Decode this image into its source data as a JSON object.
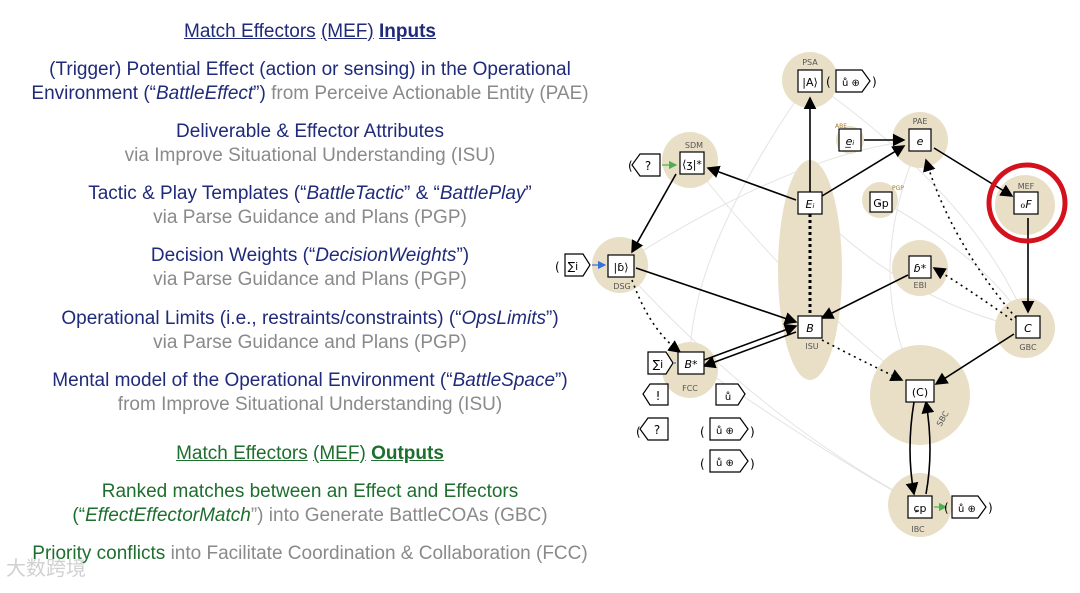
{
  "inputs_header": {
    "part1": "Match Effectors",
    "part2": "(MEF)",
    "part3": "Inputs"
  },
  "inputs": [
    {
      "line1_a": "(Trigger) Potential Effect (action or sensing) in the Operational",
      "line2_a": "Environment (“",
      "line2_italic": "BattleEffect",
      "line2_b": "”)",
      "line2_gray": " from Perceive Actionable Entity (PAE)"
    },
    {
      "line1": "Deliverable & Effector Attributes",
      "line2": "via Improve Situational Understanding (ISU)"
    },
    {
      "line1_a": "Tactic & Play Templates (“",
      "line1_i1": "BattleTactic",
      "line1_b": "” & “",
      "line1_i2": "BattlePlay",
      "line1_c": "”",
      "line2": "via Parse Guidance and Plans (PGP)"
    },
    {
      "line1_a": "Decision Weights (“",
      "line1_i": "DecisionWeights",
      "line1_b": "”)",
      "line2": "via Parse Guidance and Plans (PGP)"
    },
    {
      "line1_a": "Operational Limits (i.e., restraints/constraints) (“",
      "line1_i": "OpsLimits",
      "line1_b": "”)",
      "line2": "via Parse Guidance and Plans (PGP)"
    },
    {
      "line1_a": "Mental model of the Operational Environment (“",
      "line1_i": "BattleSpace",
      "line1_b": "”)",
      "line2": "from Improve Situational Understanding (ISU)"
    }
  ],
  "outputs_header": {
    "part1": "Match Effectors",
    "part2": "(MEF)",
    "part3": "Outputs"
  },
  "outputs": [
    {
      "line1": "Ranked matches between an Effect and Effectors",
      "line2_a": "(“",
      "line2_i": "EffectEffectorMatch",
      "line2_b": "”) into Generate BattleCOAs (GBC)"
    },
    {
      "line1_a": "Priority conflicts",
      "line1_gray": " into Facilitate Coordination & Collaboration (FCC)"
    }
  ],
  "watermark": "大数跨境",
  "diagram": {
    "nodes": {
      "psa": {
        "label": "PSA",
        "glyph": "|A⟩"
      },
      "pae": {
        "label": "PAE",
        "glyph": "e"
      },
      "sdm": {
        "label": "SDM",
        "glyph": "⟨ʒ|*"
      },
      "mef": {
        "label": "MEF",
        "glyph": "ℴF"
      },
      "pgp": {
        "label": "PGP",
        "glyph": "G̵p"
      },
      "dsg": {
        "label": "DSG",
        "glyph": "|ɓ⟩"
      },
      "ebi": {
        "label": "EBI",
        "glyph": "ɓ*"
      },
      "isu": {
        "label": "ISU",
        "glyph": "B"
      },
      "gbc": {
        "label": "GBC",
        "glyph": "C"
      },
      "fcc": {
        "label": "FCC",
        "glyph": "B*"
      },
      "sbc": {
        "label": "SBC",
        "glyph": "(C)"
      },
      "ibc": {
        "label": "IBC",
        "glyph": "ɕp"
      },
      "ei": {
        "glyph": "Eᵢ"
      },
      "ae": {
        "label": "ABE",
        "glyph": "e̲ᵢ"
      }
    },
    "accent_color": "#d3121e",
    "circle_color": "#e8dfc6"
  }
}
